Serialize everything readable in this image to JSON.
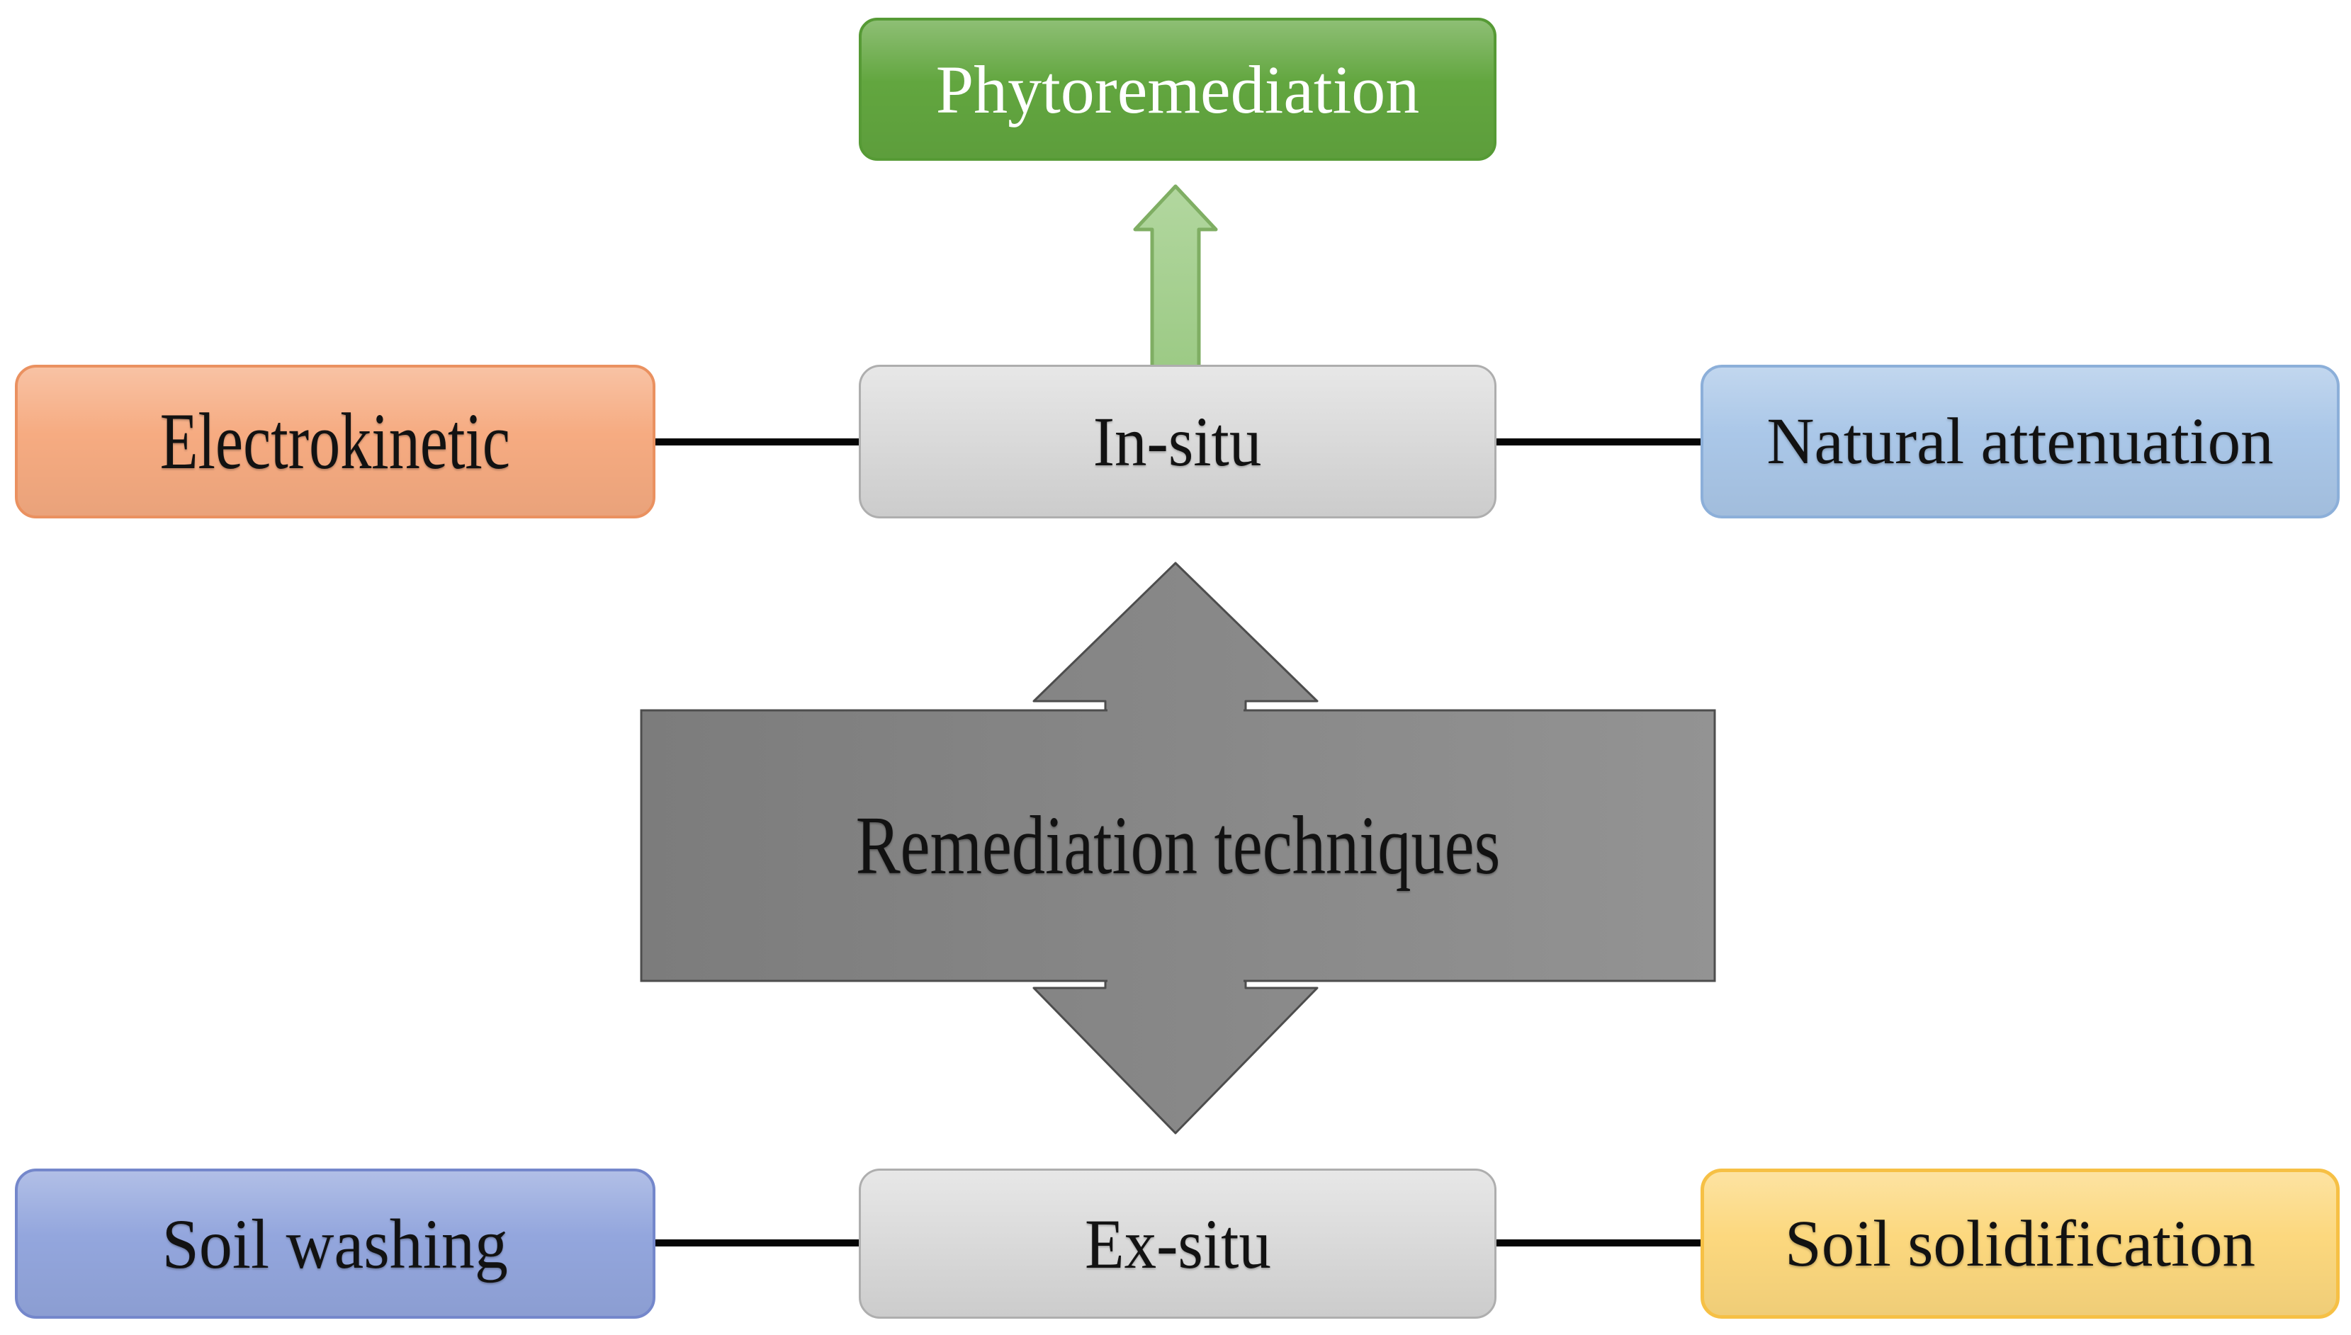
{
  "nodes": {
    "phytoremediation": {
      "label": "Phytoremediation"
    },
    "electrokinetic": {
      "label": "Electrokinetic"
    },
    "in_situ": {
      "label": "In-situ"
    },
    "natural_attenuation": {
      "label": "Natural attenuation"
    },
    "remediation_techniques": {
      "label": "Remediation techniques"
    },
    "soil_washing": {
      "label": "Soil washing"
    },
    "ex_situ": {
      "label": "Ex-situ"
    },
    "soil_solidification": {
      "label": "Soil solidification"
    }
  },
  "icons": {
    "green-up-arrow-icon": "↑",
    "gray-double-arrow-icon": "⬍"
  },
  "colors": {
    "phyto-green": "#62a63f",
    "phyto-green-border": "#569a35",
    "arrow-green": "#a8d193",
    "arrow-green-border": "#7fae63",
    "orange-fill": "#f6ab81",
    "orange-border": "#ea9160",
    "blue-fill": "#aac7e8",
    "blue-border": "#8cafd9",
    "periwinkle-fill": "#93a6dd",
    "periwinkle-border": "#7487cb",
    "yellow-fill": "#fcd87e",
    "yellow-border": "#f6c045",
    "gray-box-fill": "#d9d9d9",
    "gray-box-border": "#aeaeae",
    "center-gray-left": "#7c7c7c",
    "center-gray-right": "#939393",
    "center-gray-border": "#4d4d4d",
    "connector": "#060606",
    "text-dark": "#121212",
    "text-light": "#ffffff"
  }
}
